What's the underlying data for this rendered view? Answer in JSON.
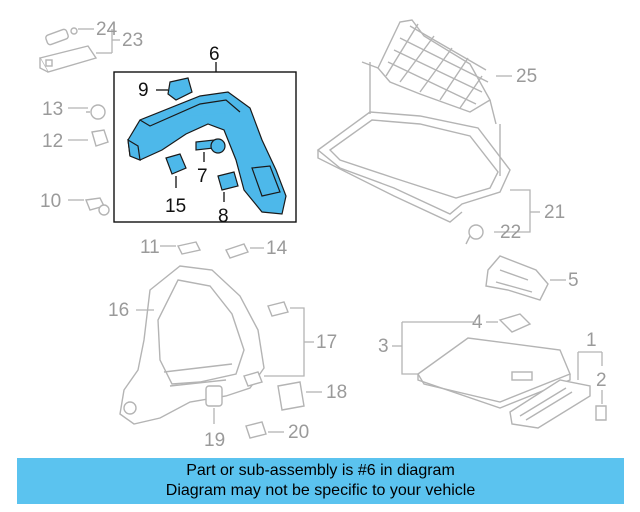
{
  "highlighted_part": "6",
  "callouts": {
    "c1": "1",
    "c2": "2",
    "c3": "3",
    "c4": "4",
    "c5": "5",
    "c6": "6",
    "c7": "7",
    "c8": "8",
    "c9": "9",
    "c10": "10",
    "c11": "11",
    "c12": "12",
    "c13": "13",
    "c14": "14",
    "c15": "15",
    "c16": "16",
    "c17": "17",
    "c18": "18",
    "c19": "19",
    "c20": "20",
    "c21": "21",
    "c22": "22",
    "c23": "23",
    "c24": "24",
    "c25": "25"
  },
  "banner": {
    "line1": "Part or sub-assembly is #6 in diagram",
    "line2": "Diagram may not be specific to your vehicle"
  },
  "colors": {
    "highlight": "#4db8ea",
    "banner": "#5bc3ef",
    "faded_lines": "#b4b4b4"
  }
}
